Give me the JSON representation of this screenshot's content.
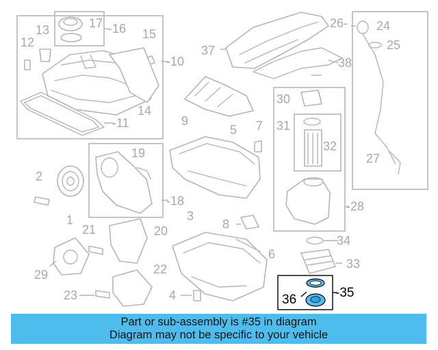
{
  "callouts": {
    "n1": "1",
    "n2": "2",
    "n3": "3",
    "n4": "4",
    "n5": "5",
    "n6": "6",
    "n7": "7",
    "n8": "8",
    "n9": "9",
    "n10": "-10",
    "n11": "-11",
    "n12": "12",
    "n13": "13",
    "n14": "14",
    "n15": "15",
    "n16": "-16",
    "n17": "17",
    "n18": "-18",
    "n19": "19",
    "n20": "20",
    "n21": "21",
    "n22": "22",
    "n23": "23",
    "n24": "24",
    "n25": "25",
    "n26": "26-",
    "n27": "27",
    "n28": "-28",
    "n29": "29",
    "n30": "30",
    "n31": "31",
    "n32": "32",
    "n33": "33",
    "n34": "34",
    "n35": "-35",
    "n36": "36",
    "n37": "37",
    "n38": "38"
  },
  "highlight": {
    "part_number": "35",
    "color": "#4ebdee"
  },
  "banner": {
    "line1": "Part or sub-assembly is #35 in diagram",
    "line2": "Diagram may not be specific to your vehicle"
  },
  "colors": {
    "banner_bg": "#4ebdee",
    "lines": "#b5b5b5",
    "labels": "#a8a8a8",
    "highlight_part": "#4ebdee"
  }
}
